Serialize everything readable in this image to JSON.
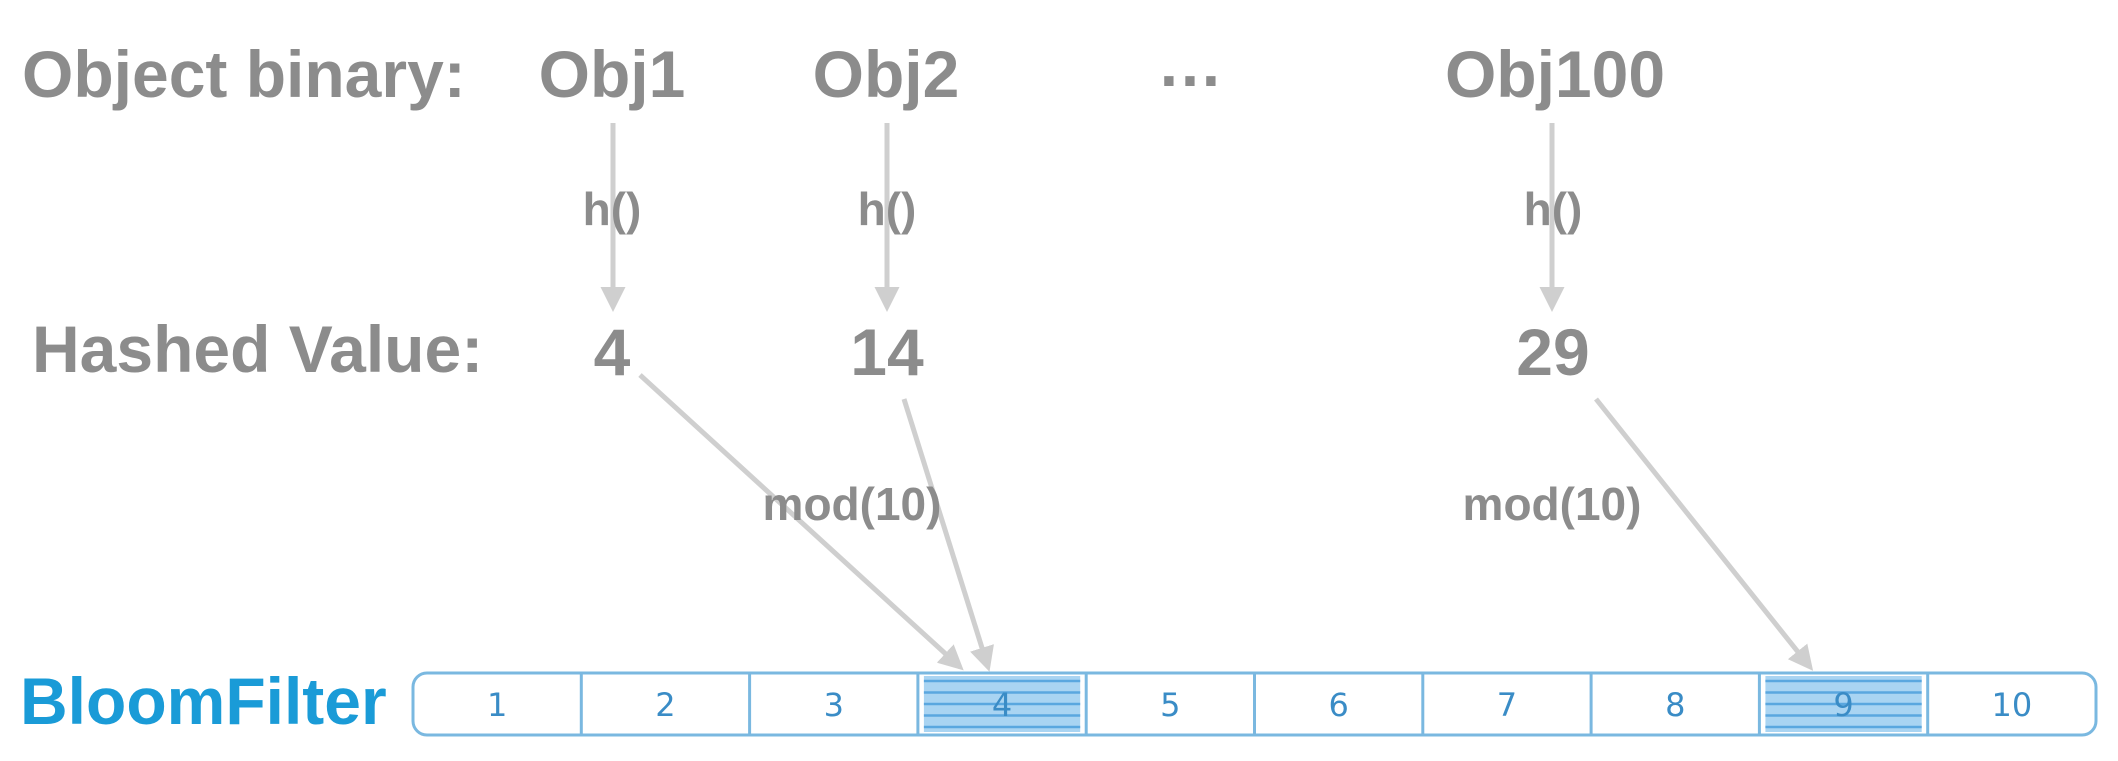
{
  "rows": {
    "object_binary_label": "Object binary:",
    "hashed_value_label": "Hashed Value:",
    "bloom_filter_label": "BloomFilter"
  },
  "objects": [
    {
      "name": "Obj1",
      "hash_fn": "h()",
      "hashed_value": "4",
      "target_cell": 4,
      "mod_label": ""
    },
    {
      "name": "Obj2",
      "hash_fn": "h()",
      "hashed_value": "14",
      "target_cell": 4,
      "mod_label": "mod(10)"
    },
    {
      "name": "Obj100",
      "hash_fn": "h()",
      "hashed_value": "29",
      "target_cell": 9,
      "mod_label": "mod(10)"
    }
  ],
  "ellipsis": "…",
  "bloom_filter": {
    "cells": [
      "1",
      "2",
      "3",
      "4",
      "5",
      "6",
      "7",
      "8",
      "9",
      "10"
    ],
    "set_cells": [
      4,
      9
    ]
  },
  "colors": {
    "text_gray": "#8c8c8c",
    "arrow_gray": "#cfcfcf",
    "accent_blue": "#1a9bd7",
    "cell_outline": "#7ab8e0",
    "cell_text": "#3a8cc6",
    "cell_fill": "#a9d4f2",
    "cell_stripe": "#5aa7df"
  }
}
